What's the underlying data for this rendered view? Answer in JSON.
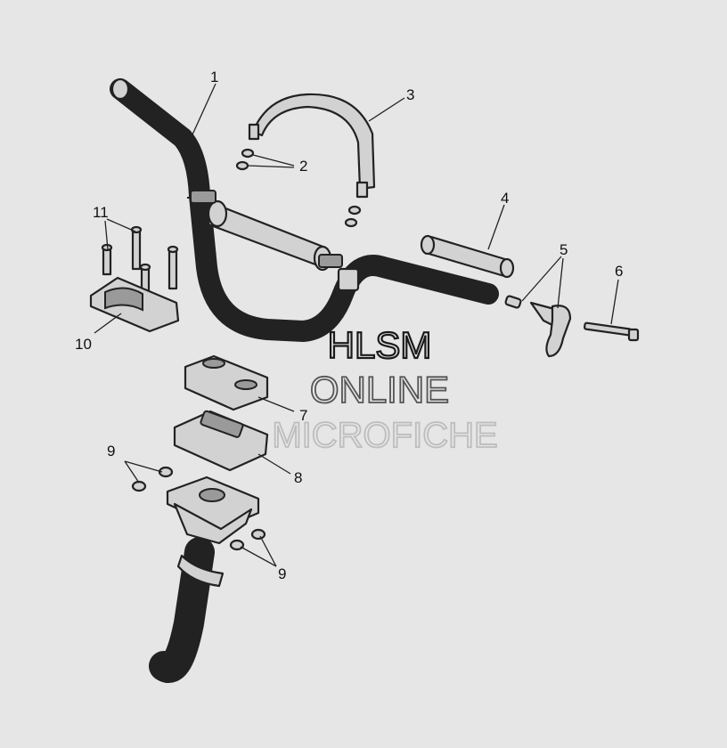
{
  "callouts": [
    {
      "id": "1",
      "label": "1"
    },
    {
      "id": "2",
      "label": "2"
    },
    {
      "id": "3",
      "label": "3"
    },
    {
      "id": "4",
      "label": "4"
    },
    {
      "id": "5",
      "label": "5"
    },
    {
      "id": "6",
      "label": "6"
    },
    {
      "id": "7",
      "label": "7"
    },
    {
      "id": "8",
      "label": "8"
    },
    {
      "id": "9a",
      "label": "9"
    },
    {
      "id": "9b",
      "label": "9"
    },
    {
      "id": "10",
      "label": "10"
    },
    {
      "id": "11",
      "label": "11"
    }
  ],
  "watermark": {
    "line1": "HLSM",
    "line2": "ONLINE",
    "line3": "MICROFICHE",
    "color_dark": "#1a1a1a",
    "color_light": "#bdbdbd"
  },
  "colors": {
    "background": "#e6e6e6",
    "line": "#222222",
    "part_fill": "#d2d2d2"
  }
}
